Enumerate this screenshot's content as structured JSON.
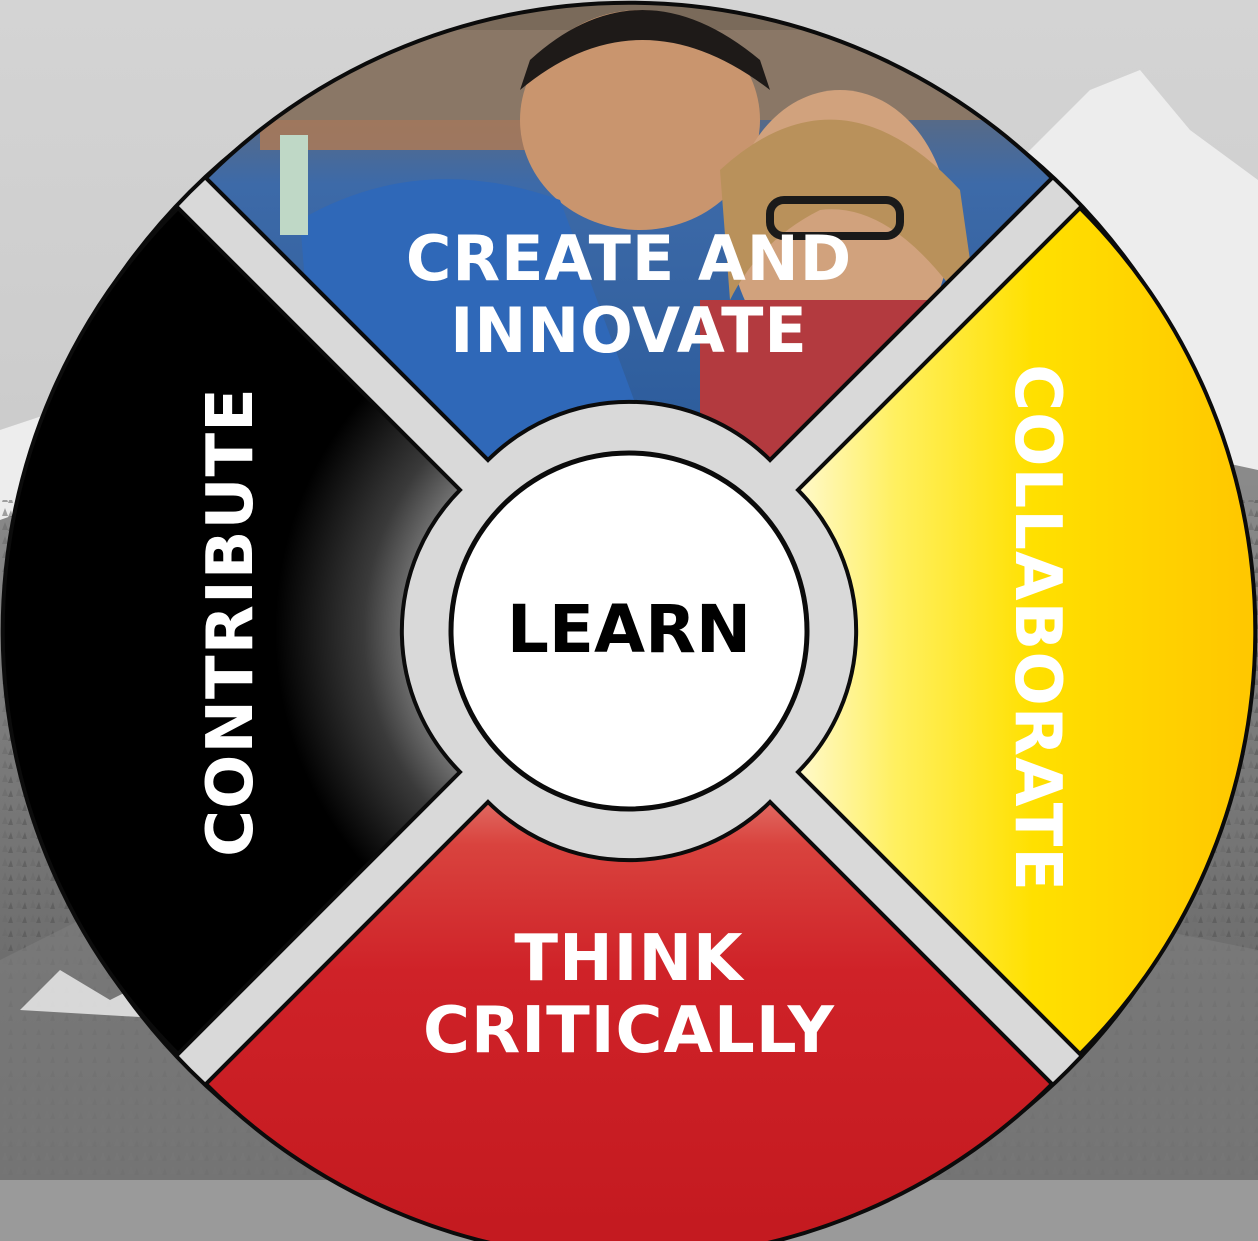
{
  "wheel": {
    "center_label": "LEARN",
    "quadrants": {
      "top": {
        "lines": [
          "CREATE AND",
          "INNOVATE"
        ],
        "style": "photo of students"
      },
      "right": {
        "label": "COLLABORATE",
        "color": "#ffd400"
      },
      "bottom": {
        "lines": [
          "THINK",
          "CRITICALLY"
        ],
        "color": "#c81e24"
      },
      "left": {
        "label": "CONTRIBUTE",
        "color": "#000000"
      }
    }
  },
  "colors": {
    "background": "#c9c9c9",
    "mountain": "#f2f2f2",
    "yellow": "#ffd400",
    "red": "#c81e24",
    "black": "#000000",
    "center": "#ffffff"
  }
}
